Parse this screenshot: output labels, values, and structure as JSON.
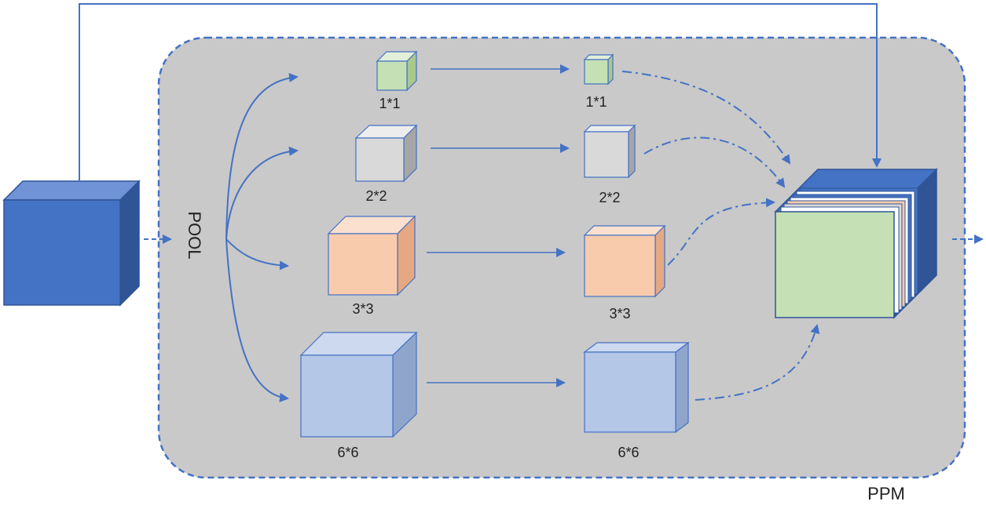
{
  "diagram": {
    "module_label": "PPM",
    "pool_label": "POOL",
    "levels": [
      {
        "label_left": "1*1",
        "label_right": "1*1",
        "color": "#c5e0b4"
      },
      {
        "label_left": "2*2",
        "label_right": "2*2",
        "color": "#d9d9d9"
      },
      {
        "label_left": "3*3",
        "label_right": "3*3",
        "color": "#f8cbad"
      },
      {
        "label_left": "6*6",
        "label_right": "6*6",
        "color": "#b4c7e7"
      }
    ],
    "colors": {
      "input_cube": "#4472c4",
      "arrow": "#4472c4",
      "module_background": "#c9c9c9",
      "concat_front": "#c5e0b4"
    }
  }
}
